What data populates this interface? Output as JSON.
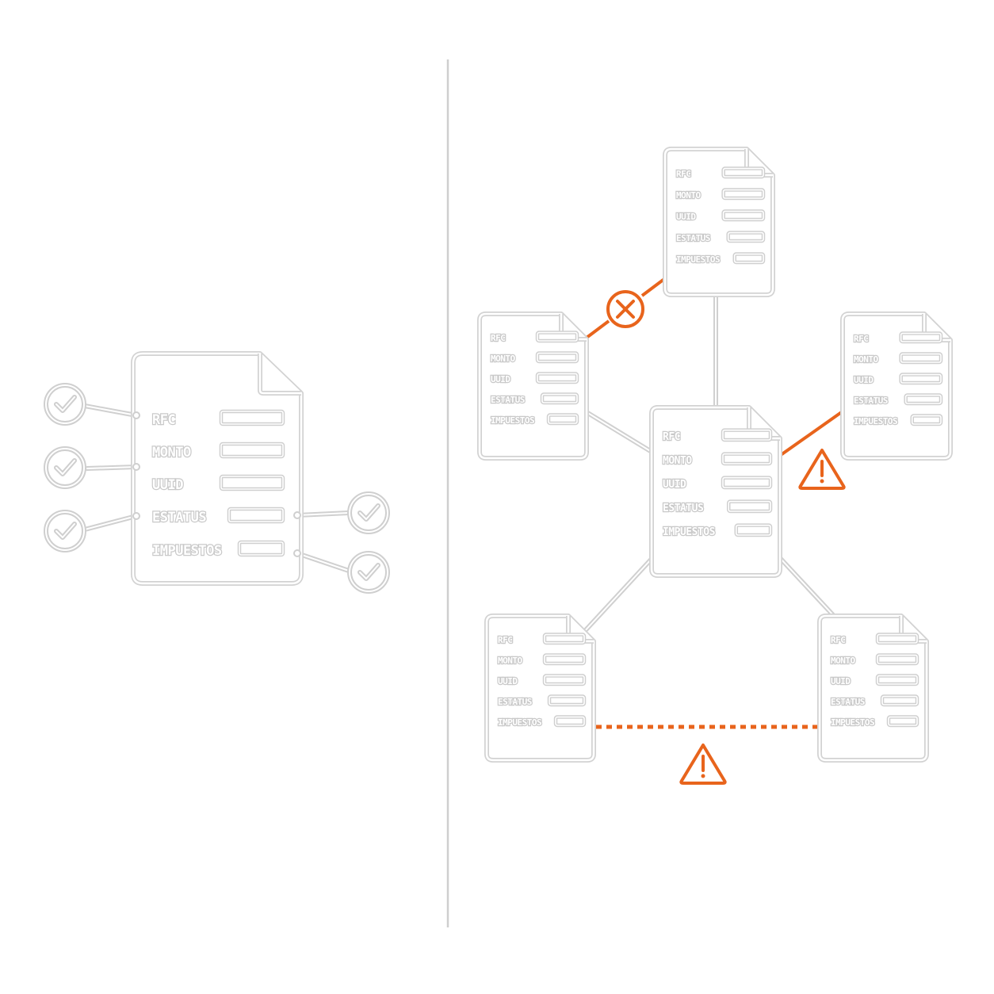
{
  "fields": [
    "RFC",
    "MONTO",
    "UUID",
    "ESTATUS",
    "IMPUESTOS"
  ],
  "left_panel": {
    "document": {
      "fields_ref": "fields",
      "status": "all-verified"
    },
    "checks": [
      {
        "field": "RFC",
        "icon": "check-circle-icon"
      },
      {
        "field": "MONTO",
        "icon": "check-circle-icon"
      },
      {
        "field": "ESTATUS",
        "icon": "check-circle-icon"
      },
      {
        "field": "ESTATUS",
        "icon": "check-circle-icon"
      },
      {
        "field": "IMPUESTOS",
        "icon": "check-circle-icon"
      }
    ]
  },
  "right_panel": {
    "documents": [
      "top",
      "left",
      "right",
      "center",
      "bottom-left",
      "bottom-right"
    ],
    "connections": [
      {
        "from": "center",
        "to": "top",
        "state": "ok"
      },
      {
        "from": "center",
        "to": "left",
        "state": "ok"
      },
      {
        "from": "center",
        "to": "bottom-left",
        "state": "ok"
      },
      {
        "from": "center",
        "to": "bottom-right",
        "state": "ok"
      },
      {
        "from": "left",
        "to": "top",
        "state": "error",
        "icon": "x-circle-icon"
      },
      {
        "from": "center",
        "to": "right",
        "state": "warning",
        "icon": "warning-triangle-icon"
      },
      {
        "from": "bottom-left",
        "to": "bottom-right",
        "state": "warning-dashed",
        "icon": "warning-triangle-icon"
      }
    ]
  },
  "colors": {
    "accent": "#e8641c",
    "outline": "#d2d2d2",
    "background": "#ffffff"
  }
}
